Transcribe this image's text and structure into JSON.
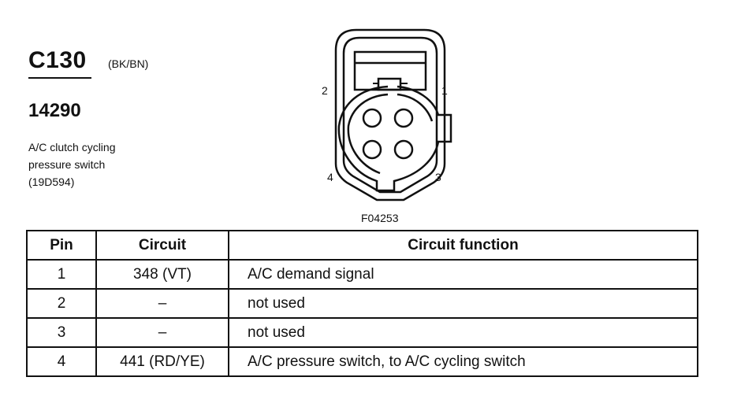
{
  "connector": {
    "id": "C130",
    "color": "(BK/BN)",
    "part_number": "14290",
    "description_lines": [
      "A/C clutch cycling",
      "pressure switch",
      "(19D594)"
    ],
    "figure_id": "F04253",
    "pin_labels": [
      "1",
      "2",
      "3",
      "4"
    ]
  },
  "table": {
    "headers": [
      "Pin",
      "Circuit",
      "Circuit function"
    ],
    "rows": [
      {
        "pin": "1",
        "circuit": "348 (VT)",
        "function": "A/C demand signal"
      },
      {
        "pin": "2",
        "circuit": "–",
        "function": "not used"
      },
      {
        "pin": "3",
        "circuit": "–",
        "function": "not used"
      },
      {
        "pin": "4",
        "circuit": "441 (RD/YE)",
        "function": "A/C pressure switch, to A/C cycling switch"
      }
    ]
  }
}
